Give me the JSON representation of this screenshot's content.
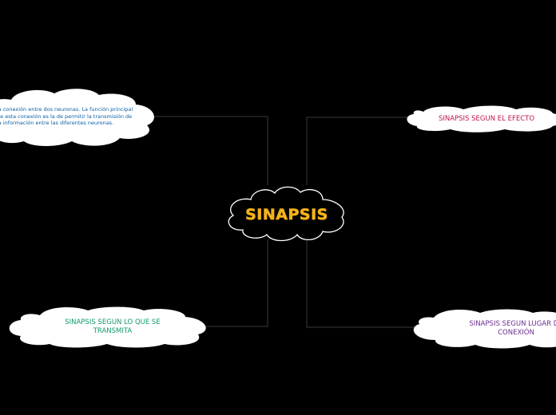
{
  "diagram": {
    "central": {
      "text": "SINAPSIS",
      "color": "#f5b21c"
    },
    "definition": {
      "text": "la conexión entre dos neuronas. La función principal de esta conexión es la de permitir la transmisión de la información entre las diferentes neuronas.",
      "color": "#0b5fa5"
    },
    "branches": [
      {
        "id": "efecto",
        "text": "SINAPSIS SEGUN EL EFECTO",
        "color": "#c0144a"
      },
      {
        "id": "transmite",
        "text": "SINAPSIS SEGUN LO QUE SE TRANSMITA",
        "color": "#0f9a6a"
      },
      {
        "id": "lugar",
        "text": "SINAPSIS SEGUN LUGAR DE CONEXIÓN",
        "color": "#6b2c91"
      }
    ],
    "connector_color": "#3a3a3a",
    "cloud_fill": "#ffffff",
    "central_fill": "#000000",
    "central_stroke": "#ffffff"
  }
}
